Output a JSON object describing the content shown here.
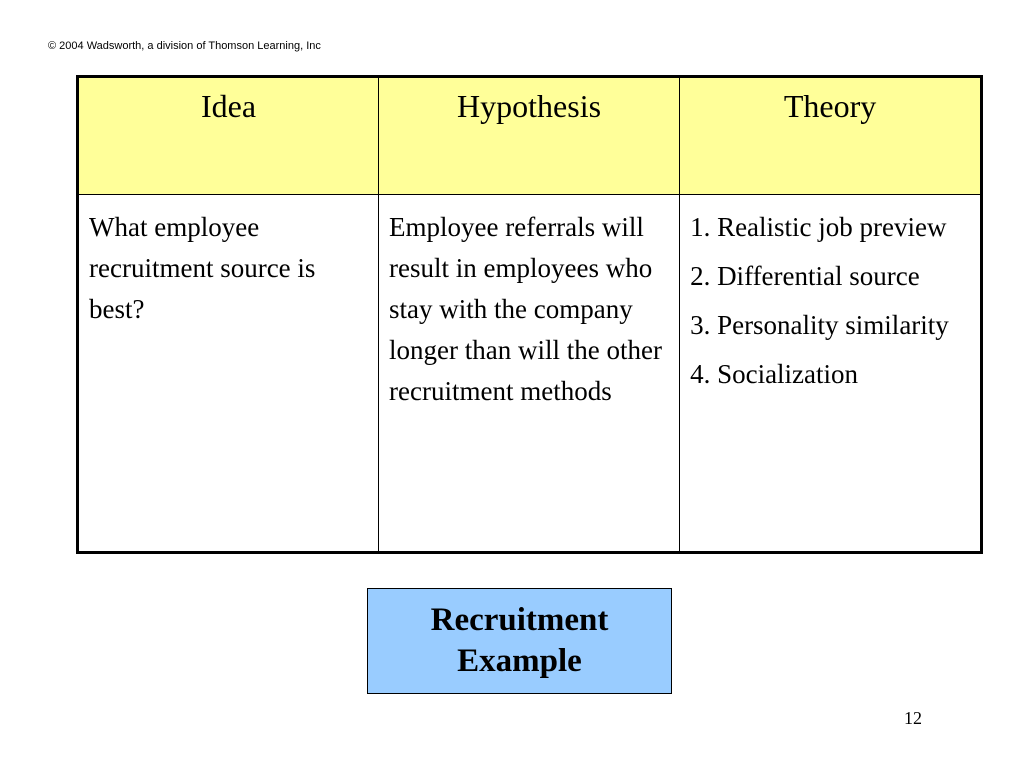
{
  "header": {
    "copyright": "© 2004 Wadsworth, a division of Thomson Learning, Inc"
  },
  "table": {
    "columns": [
      "Idea",
      "Hypothesis",
      "Theory"
    ],
    "idea": "What employee recruitment source is best?",
    "hypothesis": "Employee referrals will result in employees who stay with the company longer than will the other recruitment methods",
    "theories": [
      "1. Realistic job preview",
      "2. Differential source",
      "3. Personality similarity",
      "4. Socialization"
    ]
  },
  "callout": {
    "line1": "Recruitment",
    "line2": "Example",
    "color": "#99ccff"
  },
  "header_color": "#ffff99",
  "footer": {
    "page_number": "12"
  }
}
